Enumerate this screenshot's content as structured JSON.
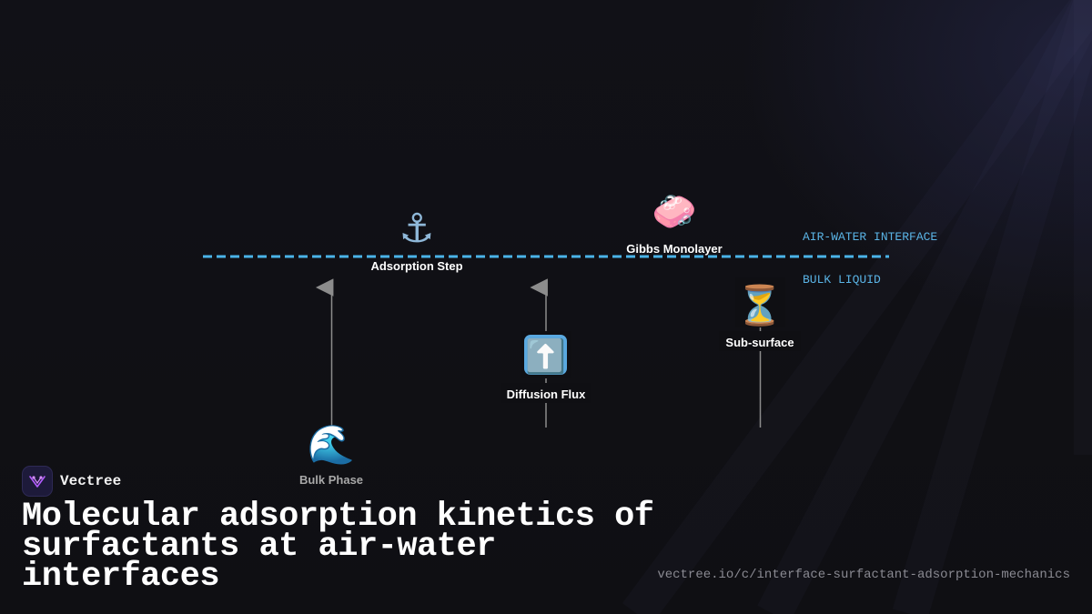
{
  "colors": {
    "interface_line": "#4ab3e8",
    "interface_label": "#5ab4e6",
    "arrow": "#8c8c8c",
    "node_label": "#ffffff",
    "node_label_dim": "#a8a8a8",
    "title": "#ffffff",
    "url": "#8a8a92",
    "brand_accent": "#b35cff"
  },
  "diagram": {
    "interface_label": "AIR-WATER INTERFACE",
    "bulk_label": "BULK LIQUID",
    "nodes": [
      {
        "id": "adsorption",
        "icon": "anchor-icon",
        "glyph": "⚓",
        "label": "Adsorption Step"
      },
      {
        "id": "monolayer",
        "icon": "soap-icon",
        "glyph": "🧼",
        "label": "Gibbs Monolayer"
      },
      {
        "id": "subsurface",
        "icon": "hourglass-icon",
        "glyph": "⏳",
        "label": "Sub-surface"
      },
      {
        "id": "flux",
        "icon": "up-arrow-icon",
        "glyph": "⬆️",
        "label": "Diffusion Flux"
      },
      {
        "id": "bulk",
        "icon": "wave-icon",
        "glyph": "🌊",
        "label": "Bulk Phase"
      }
    ]
  },
  "brand": {
    "name": "Vectree",
    "logo_icon": "vectree-logo-icon"
  },
  "title": "Molecular adsorption kinetics of surfactants at air-water interfaces",
  "url": "vectree.io/c/interface-surfactant-adsorption-mechanics"
}
